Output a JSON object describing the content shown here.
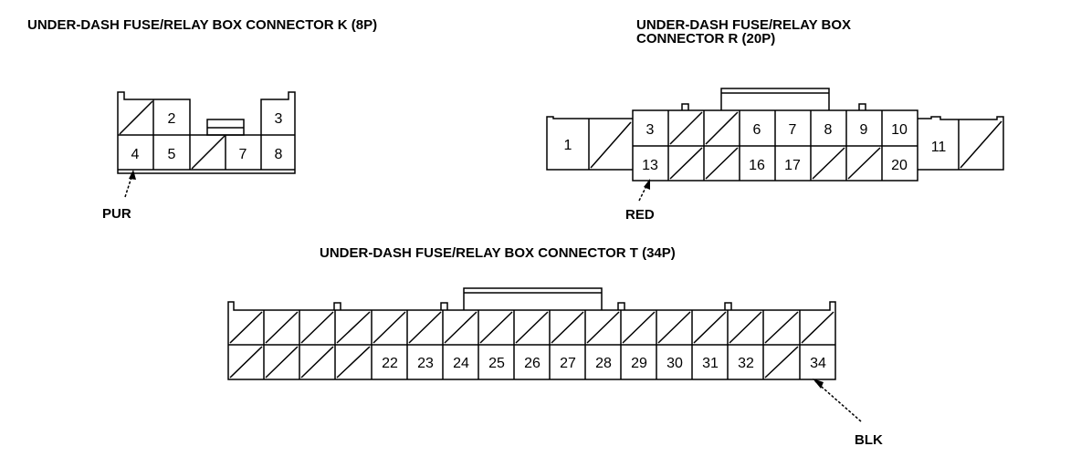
{
  "connectors": {
    "k": {
      "title": "UNDER-DASH FUSE/RELAY BOX CONNECTOR K (8P)",
      "pins": [
        "2",
        "3",
        "4",
        "5",
        "7",
        "8"
      ],
      "wire_label": "PUR"
    },
    "r": {
      "title_line1": "UNDER-DASH FUSE/RELAY BOX",
      "title_line2": "CONNECTOR R (20P)",
      "pins": [
        "1",
        "3",
        "6",
        "7",
        "8",
        "9",
        "10",
        "11",
        "13",
        "16",
        "17",
        "20"
      ],
      "wire_label": "RED"
    },
    "t": {
      "title": "UNDER-DASH FUSE/RELAY BOX CONNECTOR T (34P)",
      "pins": [
        "22",
        "23",
        "24",
        "25",
        "26",
        "27",
        "28",
        "29",
        "30",
        "31",
        "32",
        "34"
      ],
      "wire_label": "BLK"
    }
  }
}
